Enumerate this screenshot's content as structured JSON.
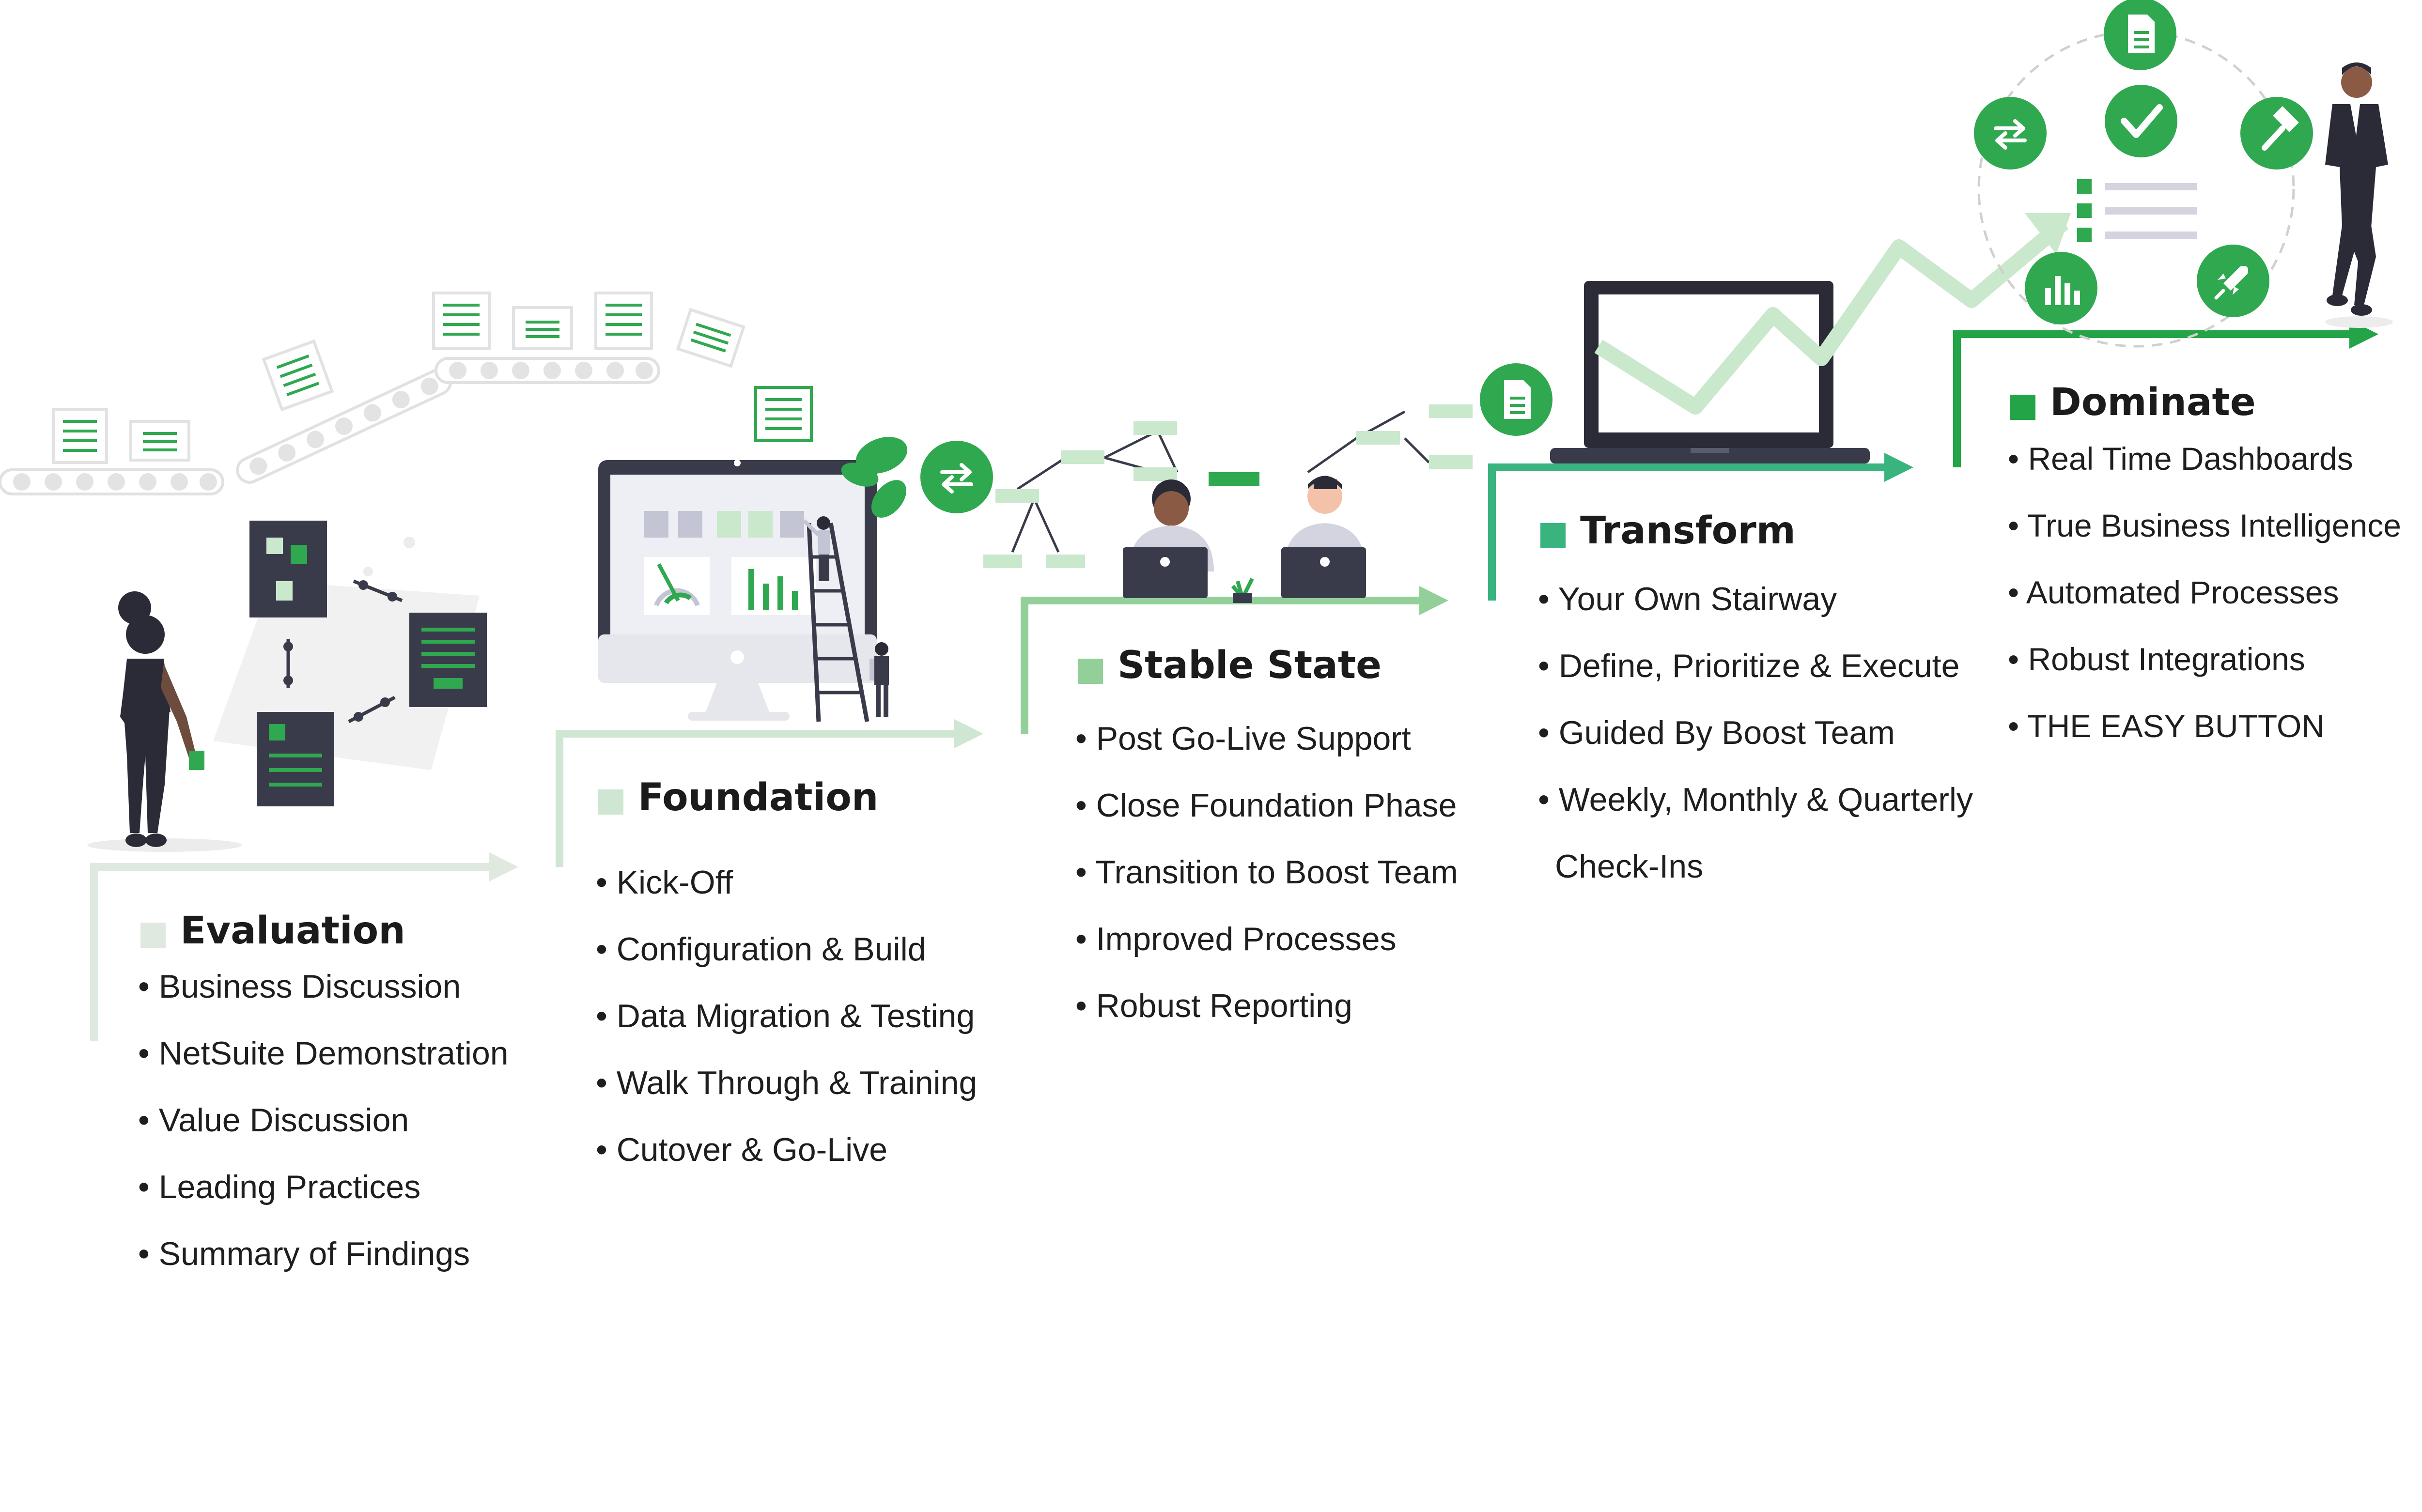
{
  "stages": [
    {
      "title": "Evaluation",
      "color": "#dfe9e0",
      "items": [
        "Business Discussion",
        "NetSuite Demonstration",
        "Value Discussion",
        "Leading Practices",
        "Summary of Findings"
      ]
    },
    {
      "title": "Foundation",
      "color": "#cfe6d2",
      "items": [
        "Kick-Off",
        "Configuration & Build",
        "Data Migration & Testing",
        "Walk Through & Training",
        "Cutover & Go-Live"
      ]
    },
    {
      "title": "Stable State",
      "color": "#93cf99",
      "items": [
        "Post Go-Live Support",
        "Close Foundation Phase",
        "Transition to Boost Team",
        "Improved Processes",
        "Robust Reporting"
      ]
    },
    {
      "title": "Transform",
      "color": "#39b47f",
      "items": [
        "Your Own Stairway",
        "Define, Prioritize & Execute",
        "Guided By Boost Team",
        "Weekly, Monthly & Quarterly",
        "Check-Ins"
      ]
    },
    {
      "title": "Dominate",
      "color": "#22a447",
      "items": [
        "Real Time Dashboards",
        "True Business Intelligence",
        "Automated Processes",
        "Robust Integrations",
        "THE EASY BUTTON"
      ]
    }
  ],
  "colors": {
    "accent": "#2fa84f",
    "dark": "#2e2f3e",
    "panel": "#3a3b4a",
    "light_green": "#c9e8cc"
  },
  "icons": [
    "document-icon",
    "check-icon",
    "refresh-icon",
    "hammer-icon",
    "bar-chart-icon",
    "rocket-icon"
  ]
}
